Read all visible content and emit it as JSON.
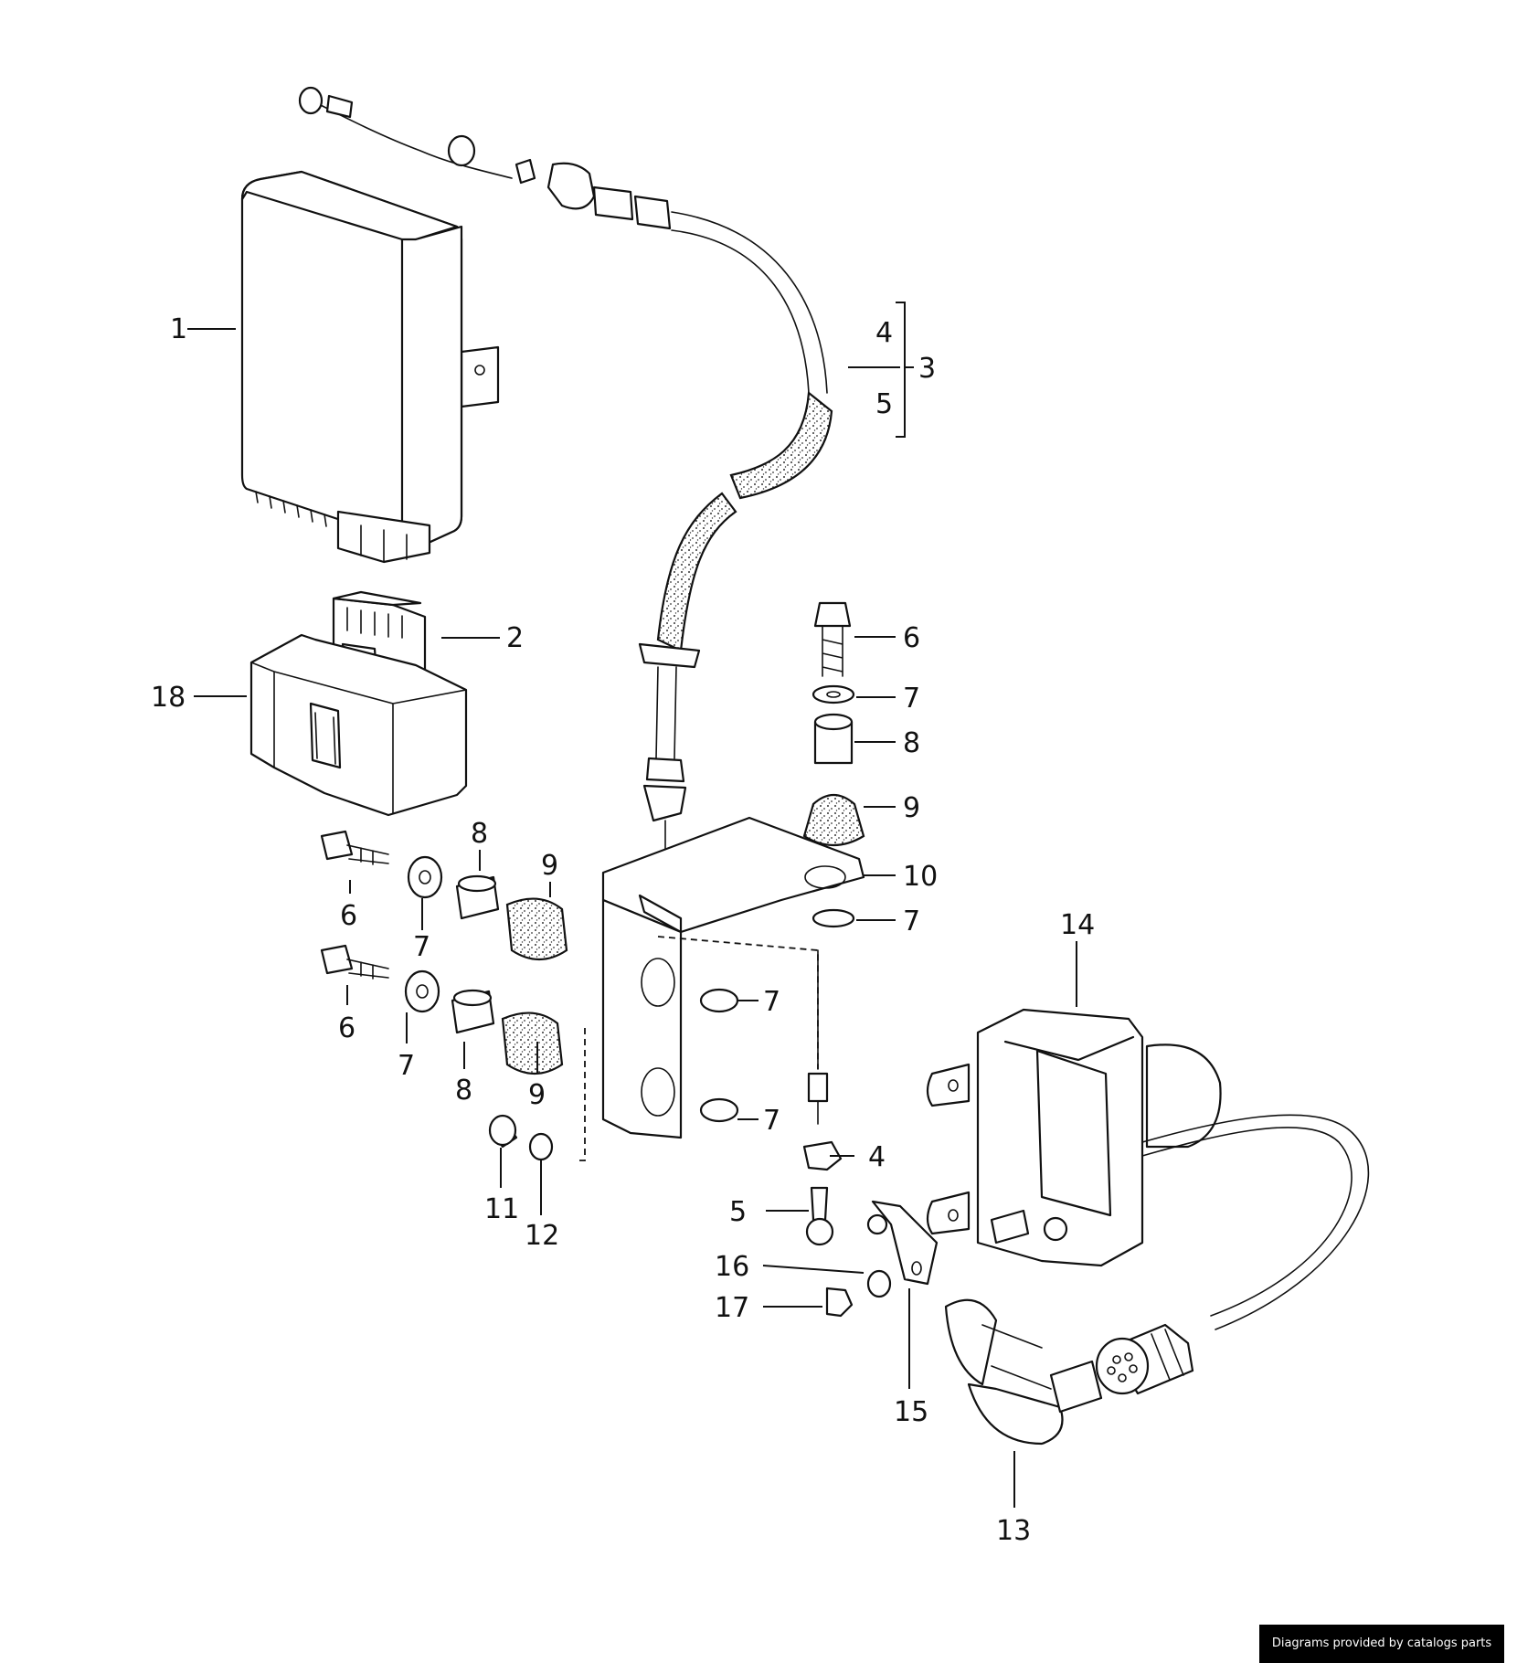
{
  "credit": "Diagrams provided by catalogs parts",
  "callouts": {
    "c1": "1",
    "c2": "2",
    "c3": "3",
    "c4a": "4",
    "c5a": "5",
    "c6a": "6",
    "c7a": "7",
    "c8a": "8",
    "c9a": "9",
    "c10": "10",
    "c7b": "7",
    "c14": "14",
    "c8b": "8",
    "c9b": "9",
    "c6b": "6",
    "c7c": "7",
    "c6c": "6",
    "c7d": "7",
    "c7e": "7",
    "c8c": "8",
    "c9c": "9",
    "c7f": "7",
    "c4b": "4",
    "c11": "11",
    "c12": "12",
    "c5b": "5",
    "c16": "16",
    "c17": "17",
    "c15": "15",
    "c13": "13",
    "c18": "18"
  }
}
